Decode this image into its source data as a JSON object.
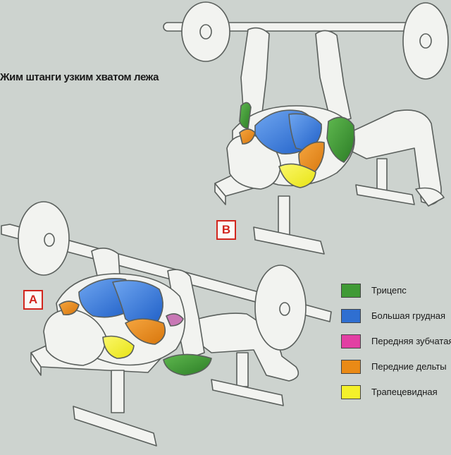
{
  "title": "Жим штанги узким хватом лежа",
  "badges": {
    "b": "B",
    "a": "A"
  },
  "legend": [
    {
      "label": "Трицепс",
      "color": "#3f9a35"
    },
    {
      "label": "Большая грудная",
      "color": "#2f6fd1"
    },
    {
      "label": "Передняя зубчатая",
      "color": "#e23fa3"
    },
    {
      "label": "Передние дельты",
      "color": "#ea8a16"
    },
    {
      "label": "Трапецевидная",
      "color": "#f4f12a"
    }
  ],
  "colors": {
    "background": "#cdd3cf",
    "line": "#5a5f5c",
    "body": "#f2f3f0",
    "badge": "#d2261e"
  }
}
